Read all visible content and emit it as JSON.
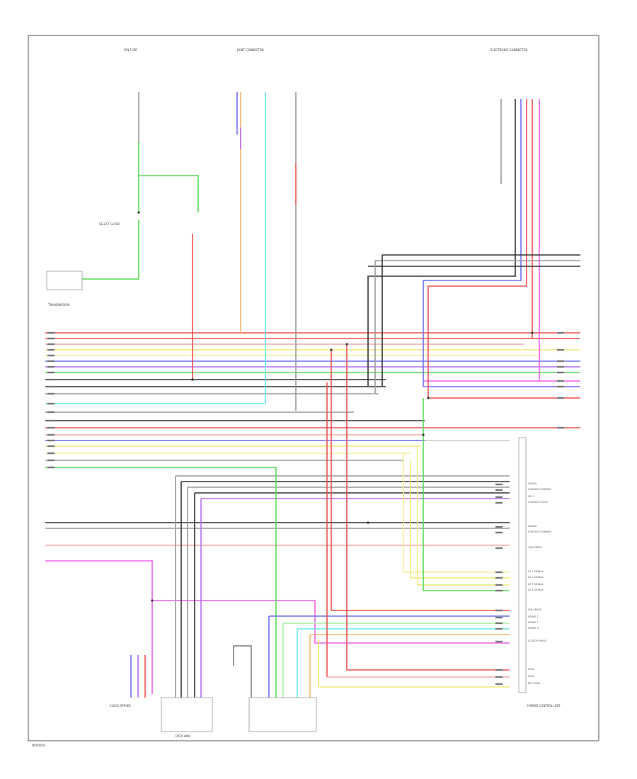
{
  "labels": {
    "top_left_connector": "IGN FUSE",
    "top_center_connector": "JOINT CONNECTOR",
    "top_right_connector": "ELECTRONIC CONNECTOR",
    "transmission_label": "TRANSMISSION",
    "lever_label": "SELECT LEVER",
    "bottom_left_connector": "CLOCK SPRING",
    "bottom_center_connector": "DATA LINK",
    "right_module": "HYBRID CONTROL UNIT",
    "footer_code": "WD00001"
  },
  "right_pin_labels": [
    "SIGNAL",
    "CHASSIS COMMON",
    "SIG 2",
    "CHASSIS CLOCK",
    "SIGNAL",
    "CHASSIS COMMON",
    "CAN PRESS",
    "LE 1 SIGNAL",
    "LE 2 SIGNAL",
    "LE 3 SIGNAL",
    "LE 4 SIGNAL",
    "IGN SENSE",
    "SENSE 1",
    "SENSE 2",
    "SENSE 3",
    "CLUTCH PRESS",
    "SIGN",
    "SIGN",
    "REV SIGN"
  ],
  "colors": {
    "border": "#555555",
    "black": "#333333",
    "gray": "#9a9a9a",
    "red": "#f05050",
    "pink": "#f7a8a8",
    "yellow": "#f2e97a",
    "light_yellow": "#f4ef9c",
    "orange": "#f5b870",
    "green": "#58d858",
    "light_green": "#a6eea6",
    "blue": "#6e6ef2",
    "light_blue": "#8fd8f5",
    "cyan": "#66eaea",
    "magenta": "#f060f0",
    "violet": "#b56ef0"
  }
}
